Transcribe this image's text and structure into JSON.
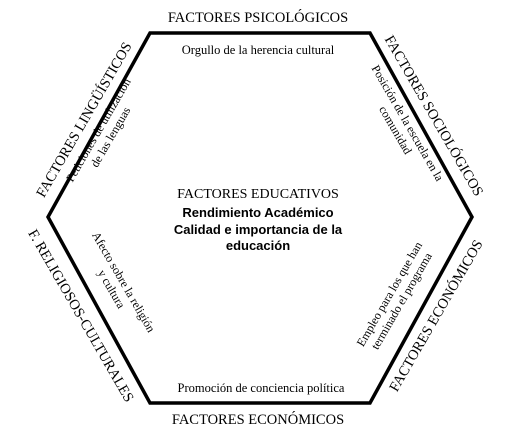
{
  "outer_labels": {
    "top": "FACTORES PSICOLÓGICOS",
    "bottom": "FACTORES ECONÓMICOS",
    "upper_left": "FACTORES LINGÜÍSTICOS",
    "upper_right": "FACTORES SOCIOLÓGICOS",
    "lower_left": "F. RELIGIOSOS-CULTURALES",
    "lower_right": "FACTORES ECONÓMICOS"
  },
  "inner_labels": {
    "top": "Orgullo de la herencia cultural",
    "bottom": "Promoción de conciencia política",
    "upper_left": [
      "Peticiones de utilización",
      "de las lenguas"
    ],
    "upper_right": [
      "Posición de la escuela en la",
      "comunidad"
    ],
    "lower_left": [
      "Afecto sobre la religión",
      "y cultura"
    ],
    "lower_right": [
      "Empleo para los que han",
      "terminado el programa"
    ]
  },
  "center": {
    "title": "FACTORES EDUCATIVOS",
    "lines": [
      "Rendimiento Académico",
      "Calidad e importancia de la",
      "educación"
    ]
  }
}
